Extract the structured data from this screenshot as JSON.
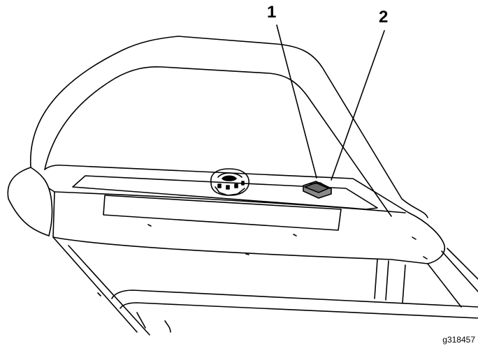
{
  "callouts": [
    {
      "label": "1"
    },
    {
      "label": "2"
    }
  ],
  "figure_id": "g318457"
}
